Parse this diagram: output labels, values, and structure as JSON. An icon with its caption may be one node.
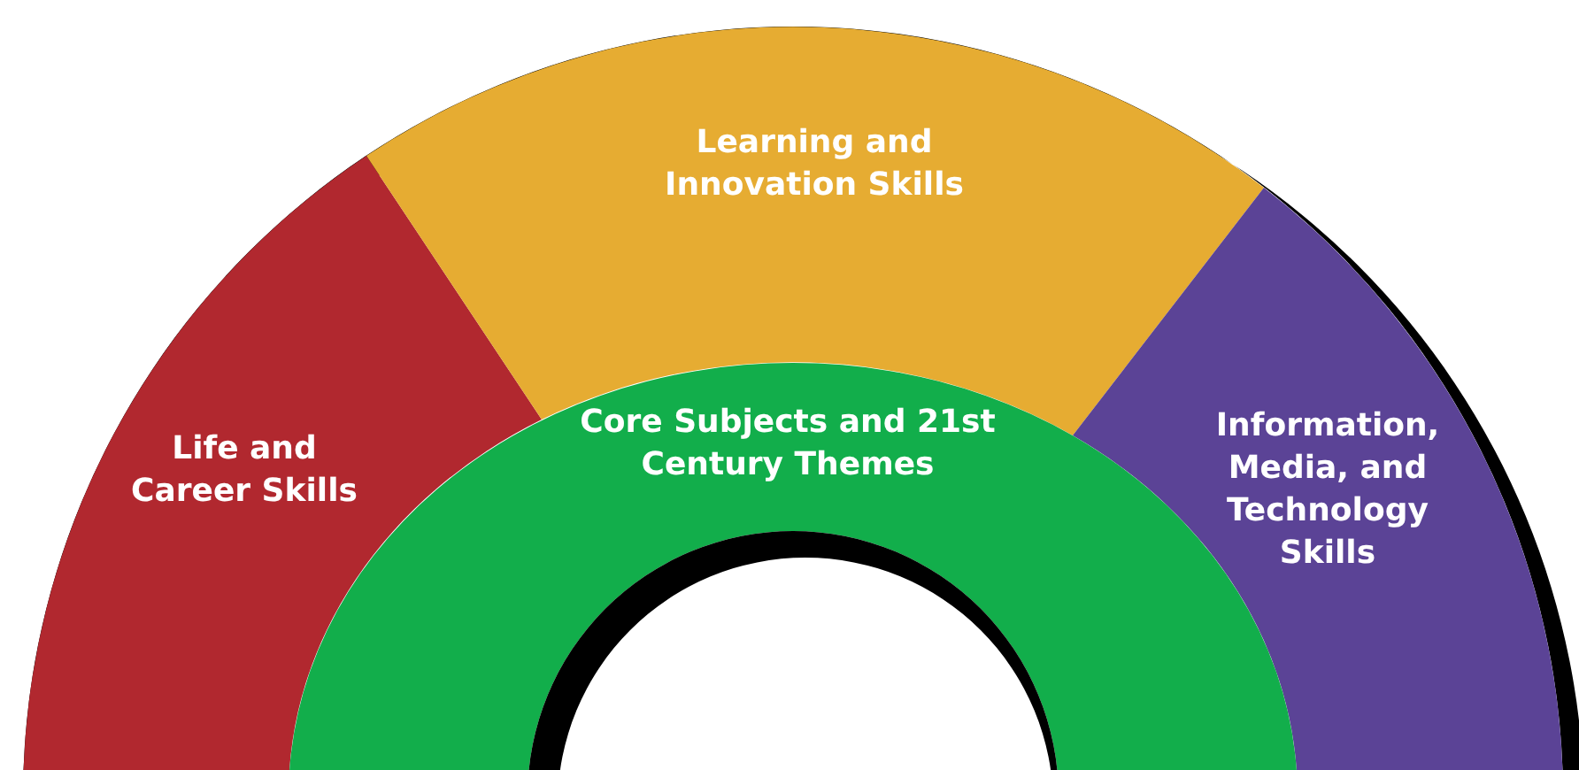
{
  "diagram": {
    "nodes": [
      {
        "text": [
          "Life and Career Skills"
        ]
      },
      {
        "text": [
          "Learning and Innovation Skills"
        ]
      },
      {
        "text": [
          "Information, Media, and Technology Skills"
        ]
      },
      {
        "text": [
          "Core Subjects and 21st Century Themes"
        ]
      }
    ]
  }
}
